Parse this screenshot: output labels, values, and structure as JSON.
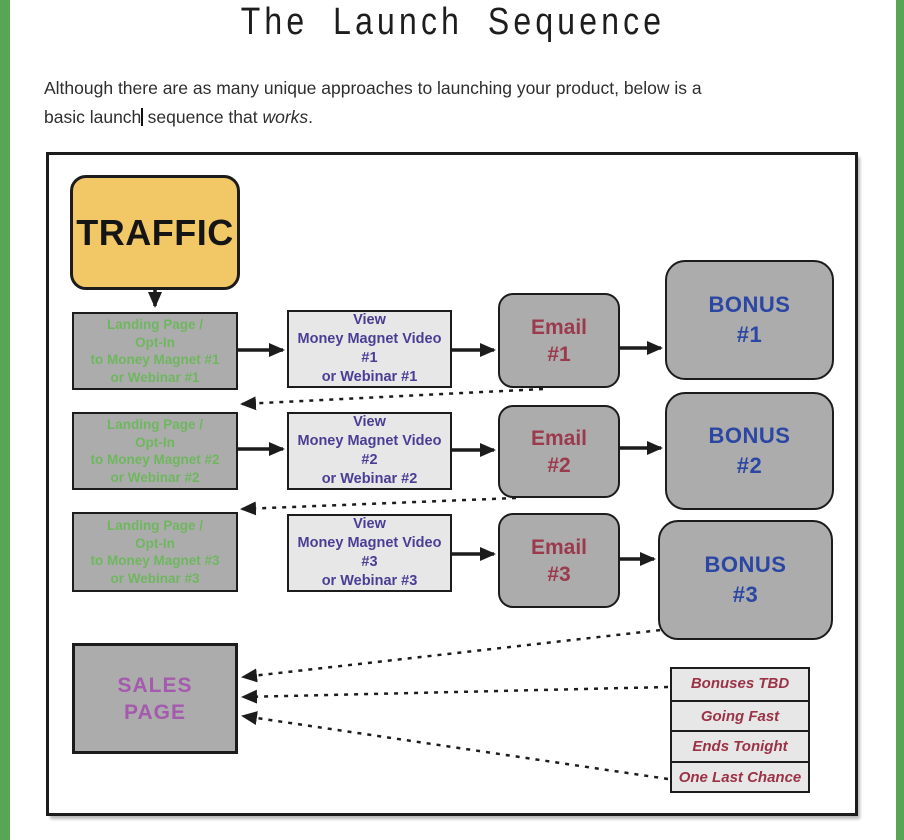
{
  "colors": {
    "accent_green": "#58a556",
    "traffic_fill": "#f2c765",
    "landing_text": "#6fb75f",
    "view_text": "#4a3e94",
    "email_text": "#9b3a4d",
    "bonus_text": "#2b47a3",
    "sales_text": "#a45bae",
    "urgency_text": "#9b3245",
    "box_gray": "#acacac",
    "box_light": "#e7e7e8",
    "line_color": "#1c1c1c"
  },
  "header": {
    "title": "The Launch Sequence"
  },
  "intro": {
    "line1": "Although there are as many unique approaches to launching your product, below is a",
    "line2_before_caret": "basic launch",
    "line2_after_caret": " sequence that ",
    "line2_italic": "works",
    "line2_period": "."
  },
  "diagram": {
    "traffic_label": "TRAFFIC",
    "rows": [
      {
        "landing": [
          "Landing Page /",
          "Opt-In",
          "to Money Magnet #1",
          "or Webinar #1"
        ],
        "view": [
          "View",
          "Money Magnet Video #1",
          "or Webinar #1"
        ],
        "email": [
          "Email",
          "#1"
        ],
        "bonus": [
          "BONUS",
          "#1"
        ]
      },
      {
        "landing": [
          "Landing Page /",
          "Opt-In",
          "to Money Magnet #2",
          "or Webinar #2"
        ],
        "view": [
          "View",
          "Money Magnet Video #2",
          "or Webinar #2"
        ],
        "email": [
          "Email",
          "#2"
        ],
        "bonus": [
          "BONUS",
          "#2"
        ]
      },
      {
        "landing": [
          "Landing Page /",
          "Opt-In",
          "to Money Magnet #3",
          "or Webinar #3"
        ],
        "view": [
          "View",
          "Money Magnet Video #3",
          "or Webinar #3"
        ],
        "email": [
          "Email",
          "#3"
        ],
        "bonus": [
          "BONUS",
          "#3"
        ]
      }
    ],
    "sales_page": [
      "SALES",
      "PAGE"
    ],
    "urgency_boxes": [
      "Bonuses TBD",
      "Going Fast",
      "Ends Tonight",
      "One Last Chance"
    ]
  }
}
